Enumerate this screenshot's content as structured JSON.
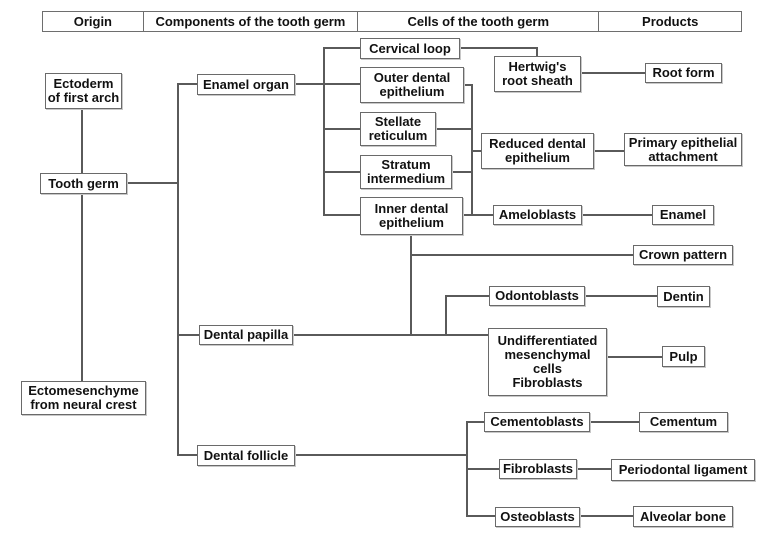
{
  "header": {
    "columns": [
      "Origin",
      "Components of the tooth germ",
      "Cells of the tooth germ",
      "Products"
    ]
  },
  "nodes": {
    "ectoderm": "Ectoderm\nof first arch",
    "tooth_germ": "Tooth germ",
    "ectomesenchyme": "Ectomesenchyme\nfrom neural crest",
    "enamel_organ": "Enamel organ",
    "dental_papilla": "Dental papilla",
    "dental_follicle": "Dental follicle",
    "cervical_loop": "Cervical loop",
    "outer_dental_epithelium": "Outer dental\nepithelium",
    "stellate_reticulum": "Stellate\nreticulum",
    "stratum_intermedium": "Stratum\nintermedium",
    "inner_dental_epithelium": "Inner dental\nepithelium",
    "hertwigs_root_sheath": "Hertwig's\nroot sheath",
    "reduced_dental_epithelium": "Reduced dental\nepithelium",
    "ameloblasts": "Ameloblasts",
    "odontoblasts": "Odontoblasts",
    "undifferentiated_cells": "Undifferentiated\nmesenchymal\ncells\nFibroblasts",
    "cementoblasts": "Cementoblasts",
    "fibroblasts": "Fibroblasts",
    "osteoblasts": "Osteoblasts",
    "root_form": "Root form",
    "primary_epithelial_attachment": "Primary epithelial\nattachment",
    "enamel": "Enamel",
    "crown_pattern": "Crown pattern",
    "dentin": "Dentin",
    "pulp": "Pulp",
    "cementum": "Cementum",
    "periodontal_ligament": "Periodontal ligament",
    "alveolar_bone": "Alveolar bone"
  },
  "colors": {
    "line": "#5a5a5a",
    "border": "#6a6a6a"
  }
}
